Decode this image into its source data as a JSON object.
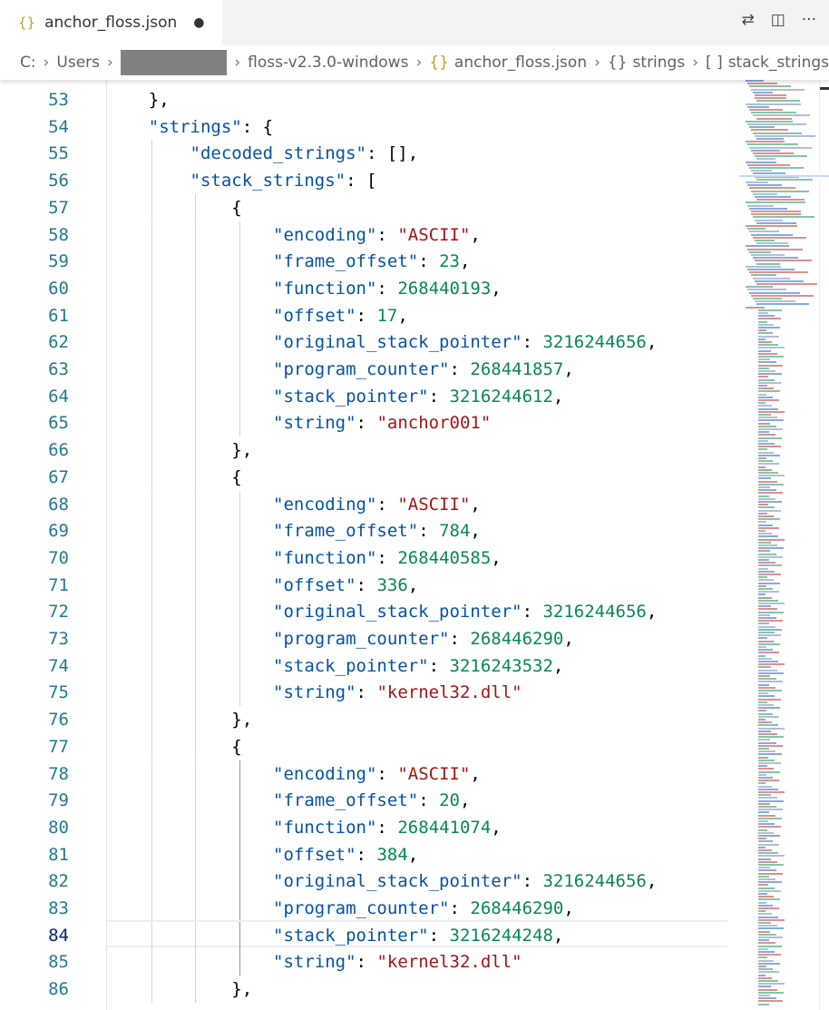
{
  "tab": {
    "icon": "{}",
    "title": "anchor_floss.json",
    "modified": "●"
  },
  "actions": {
    "wrap": "⇄",
    "split": "◫",
    "more": "···"
  },
  "breadcrumb": {
    "drive": "C:",
    "users": "Users",
    "folder": "floss-v2.3.0-windows",
    "file_icon": "{}",
    "file": "anchor_floss.json",
    "obj_icon": "{}",
    "obj": "strings",
    "arr_icon": "[ ]",
    "arr": "stack_strings"
  },
  "editor": {
    "current_line": 84,
    "lines": [
      {
        "n": "53",
        "i": 4,
        "t": [
          [
            "p",
            "},"
          ]
        ]
      },
      {
        "n": "54",
        "i": 4,
        "t": [
          [
            "k",
            "\"strings\""
          ],
          [
            "p",
            ": {"
          ]
        ]
      },
      {
        "n": "55",
        "i": 8,
        "t": [
          [
            "k",
            "\"decoded_strings\""
          ],
          [
            "p",
            ": [],"
          ]
        ]
      },
      {
        "n": "56",
        "i": 8,
        "t": [
          [
            "k",
            "\"stack_strings\""
          ],
          [
            "p",
            ": ["
          ]
        ]
      },
      {
        "n": "57",
        "i": 12,
        "t": [
          [
            "p",
            "{"
          ]
        ]
      },
      {
        "n": "58",
        "i": 16,
        "t": [
          [
            "k",
            "\"encoding\""
          ],
          [
            "p",
            ": "
          ],
          [
            "s",
            "\"ASCII\""
          ],
          [
            "p",
            ","
          ]
        ]
      },
      {
        "n": "59",
        "i": 16,
        "t": [
          [
            "k",
            "\"frame_offset\""
          ],
          [
            "p",
            ": "
          ],
          [
            "n",
            "23"
          ],
          [
            "p",
            ","
          ]
        ]
      },
      {
        "n": "60",
        "i": 16,
        "t": [
          [
            "k",
            "\"function\""
          ],
          [
            "p",
            ": "
          ],
          [
            "n",
            "268440193"
          ],
          [
            "p",
            ","
          ]
        ]
      },
      {
        "n": "61",
        "i": 16,
        "t": [
          [
            "k",
            "\"offset\""
          ],
          [
            "p",
            ": "
          ],
          [
            "n",
            "17"
          ],
          [
            "p",
            ","
          ]
        ]
      },
      {
        "n": "62",
        "i": 16,
        "t": [
          [
            "k",
            "\"original_stack_pointer\""
          ],
          [
            "p",
            ": "
          ],
          [
            "n",
            "3216244656"
          ],
          [
            "p",
            ","
          ]
        ]
      },
      {
        "n": "63",
        "i": 16,
        "t": [
          [
            "k",
            "\"program_counter\""
          ],
          [
            "p",
            ": "
          ],
          [
            "n",
            "268441857"
          ],
          [
            "p",
            ","
          ]
        ]
      },
      {
        "n": "64",
        "i": 16,
        "t": [
          [
            "k",
            "\"stack_pointer\""
          ],
          [
            "p",
            ": "
          ],
          [
            "n",
            "3216244612"
          ],
          [
            "p",
            ","
          ]
        ]
      },
      {
        "n": "65",
        "i": 16,
        "t": [
          [
            "k",
            "\"string\""
          ],
          [
            "p",
            ": "
          ],
          [
            "s",
            "\"anchor001\""
          ]
        ]
      },
      {
        "n": "66",
        "i": 12,
        "t": [
          [
            "p",
            "},"
          ]
        ]
      },
      {
        "n": "67",
        "i": 12,
        "t": [
          [
            "p",
            "{"
          ]
        ]
      },
      {
        "n": "68",
        "i": 16,
        "t": [
          [
            "k",
            "\"encoding\""
          ],
          [
            "p",
            ": "
          ],
          [
            "s",
            "\"ASCII\""
          ],
          [
            "p",
            ","
          ]
        ]
      },
      {
        "n": "69",
        "i": 16,
        "t": [
          [
            "k",
            "\"frame_offset\""
          ],
          [
            "p",
            ": "
          ],
          [
            "n",
            "784"
          ],
          [
            "p",
            ","
          ]
        ]
      },
      {
        "n": "70",
        "i": 16,
        "t": [
          [
            "k",
            "\"function\""
          ],
          [
            "p",
            ": "
          ],
          [
            "n",
            "268440585"
          ],
          [
            "p",
            ","
          ]
        ]
      },
      {
        "n": "71",
        "i": 16,
        "t": [
          [
            "k",
            "\"offset\""
          ],
          [
            "p",
            ": "
          ],
          [
            "n",
            "336"
          ],
          [
            "p",
            ","
          ]
        ]
      },
      {
        "n": "72",
        "i": 16,
        "t": [
          [
            "k",
            "\"original_stack_pointer\""
          ],
          [
            "p",
            ": "
          ],
          [
            "n",
            "3216244656"
          ],
          [
            "p",
            ","
          ]
        ]
      },
      {
        "n": "73",
        "i": 16,
        "t": [
          [
            "k",
            "\"program_counter\""
          ],
          [
            "p",
            ": "
          ],
          [
            "n",
            "268446290"
          ],
          [
            "p",
            ","
          ]
        ]
      },
      {
        "n": "74",
        "i": 16,
        "t": [
          [
            "k",
            "\"stack_pointer\""
          ],
          [
            "p",
            ": "
          ],
          [
            "n",
            "3216243532"
          ],
          [
            "p",
            ","
          ]
        ]
      },
      {
        "n": "75",
        "i": 16,
        "t": [
          [
            "k",
            "\"string\""
          ],
          [
            "p",
            ": "
          ],
          [
            "s",
            "\"kernel32.dll\""
          ]
        ]
      },
      {
        "n": "76",
        "i": 12,
        "t": [
          [
            "p",
            "},"
          ]
        ]
      },
      {
        "n": "77",
        "i": 12,
        "t": [
          [
            "p",
            "{"
          ]
        ]
      },
      {
        "n": "78",
        "i": 16,
        "t": [
          [
            "k",
            "\"encoding\""
          ],
          [
            "p",
            ": "
          ],
          [
            "s",
            "\"ASCII\""
          ],
          [
            "p",
            ","
          ]
        ]
      },
      {
        "n": "79",
        "i": 16,
        "t": [
          [
            "k",
            "\"frame_offset\""
          ],
          [
            "p",
            ": "
          ],
          [
            "n",
            "20"
          ],
          [
            "p",
            ","
          ]
        ]
      },
      {
        "n": "80",
        "i": 16,
        "t": [
          [
            "k",
            "\"function\""
          ],
          [
            "p",
            ": "
          ],
          [
            "n",
            "268441074"
          ],
          [
            "p",
            ","
          ]
        ]
      },
      {
        "n": "81",
        "i": 16,
        "t": [
          [
            "k",
            "\"offset\""
          ],
          [
            "p",
            ": "
          ],
          [
            "n",
            "384"
          ],
          [
            "p",
            ","
          ]
        ]
      },
      {
        "n": "82",
        "i": 16,
        "t": [
          [
            "k",
            "\"original_stack_pointer\""
          ],
          [
            "p",
            ": "
          ],
          [
            "n",
            "3216244656"
          ],
          [
            "p",
            ","
          ]
        ]
      },
      {
        "n": "83",
        "i": 16,
        "t": [
          [
            "k",
            "\"program_counter\""
          ],
          [
            "p",
            ": "
          ],
          [
            "n",
            "268446290"
          ],
          [
            "p",
            ","
          ]
        ]
      },
      {
        "n": "84",
        "i": 16,
        "t": [
          [
            "k",
            "\"stack_pointer\""
          ],
          [
            "p",
            ": "
          ],
          [
            "n",
            "3216244248"
          ],
          [
            "p",
            ","
          ]
        ]
      },
      {
        "n": "85",
        "i": 16,
        "t": [
          [
            "k",
            "\"string\""
          ],
          [
            "p",
            ": "
          ],
          [
            "s",
            "\"kernel32.dll\""
          ]
        ]
      },
      {
        "n": "86",
        "i": 12,
        "t": [
          [
            "p",
            "},"
          ]
        ]
      }
    ]
  }
}
